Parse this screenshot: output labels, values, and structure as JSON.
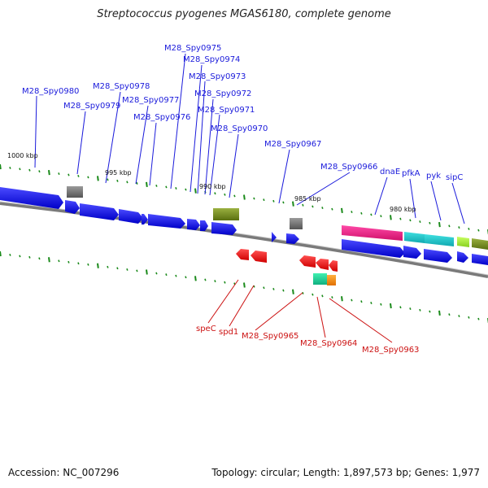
{
  "title": "Streptococcus pyogenes MGAS6180, complete genome",
  "footer": {
    "accession": "Accession: NC_007296",
    "summary": "Topology: circular; Length: 1,897,573 bp; Genes: 1,977"
  },
  "scale_labels": [
    "1000 kbp",
    "995 kbp",
    "990 kbp",
    "985 kbp",
    "980 kbp"
  ],
  "colors": {
    "forward_label": "#1a1adb",
    "reverse_label": "#cc1111",
    "forward_gene": "#1010e8",
    "reverse_gene": "#ee1111",
    "tick": "#1a8a1a",
    "backbone": "#8a8a8a"
  },
  "forward_genes": [
    "M28_Spy0980",
    "M28_Spy0979",
    "M28_Spy0978",
    "M28_Spy0977",
    "M28_Spy0976",
    "M28_Spy0975",
    "M28_Spy0974",
    "M28_Spy0973",
    "M28_Spy0972",
    "M28_Spy0971",
    "M28_Spy0970",
    "M28_Spy0967",
    "M28_Spy0966",
    "dnaE",
    "pfkA",
    "pyk",
    "sipC"
  ],
  "reverse_genes": [
    "speC",
    "spd1",
    "M28_Spy0965",
    "M28_Spy0964",
    "M28_Spy0963"
  ]
}
